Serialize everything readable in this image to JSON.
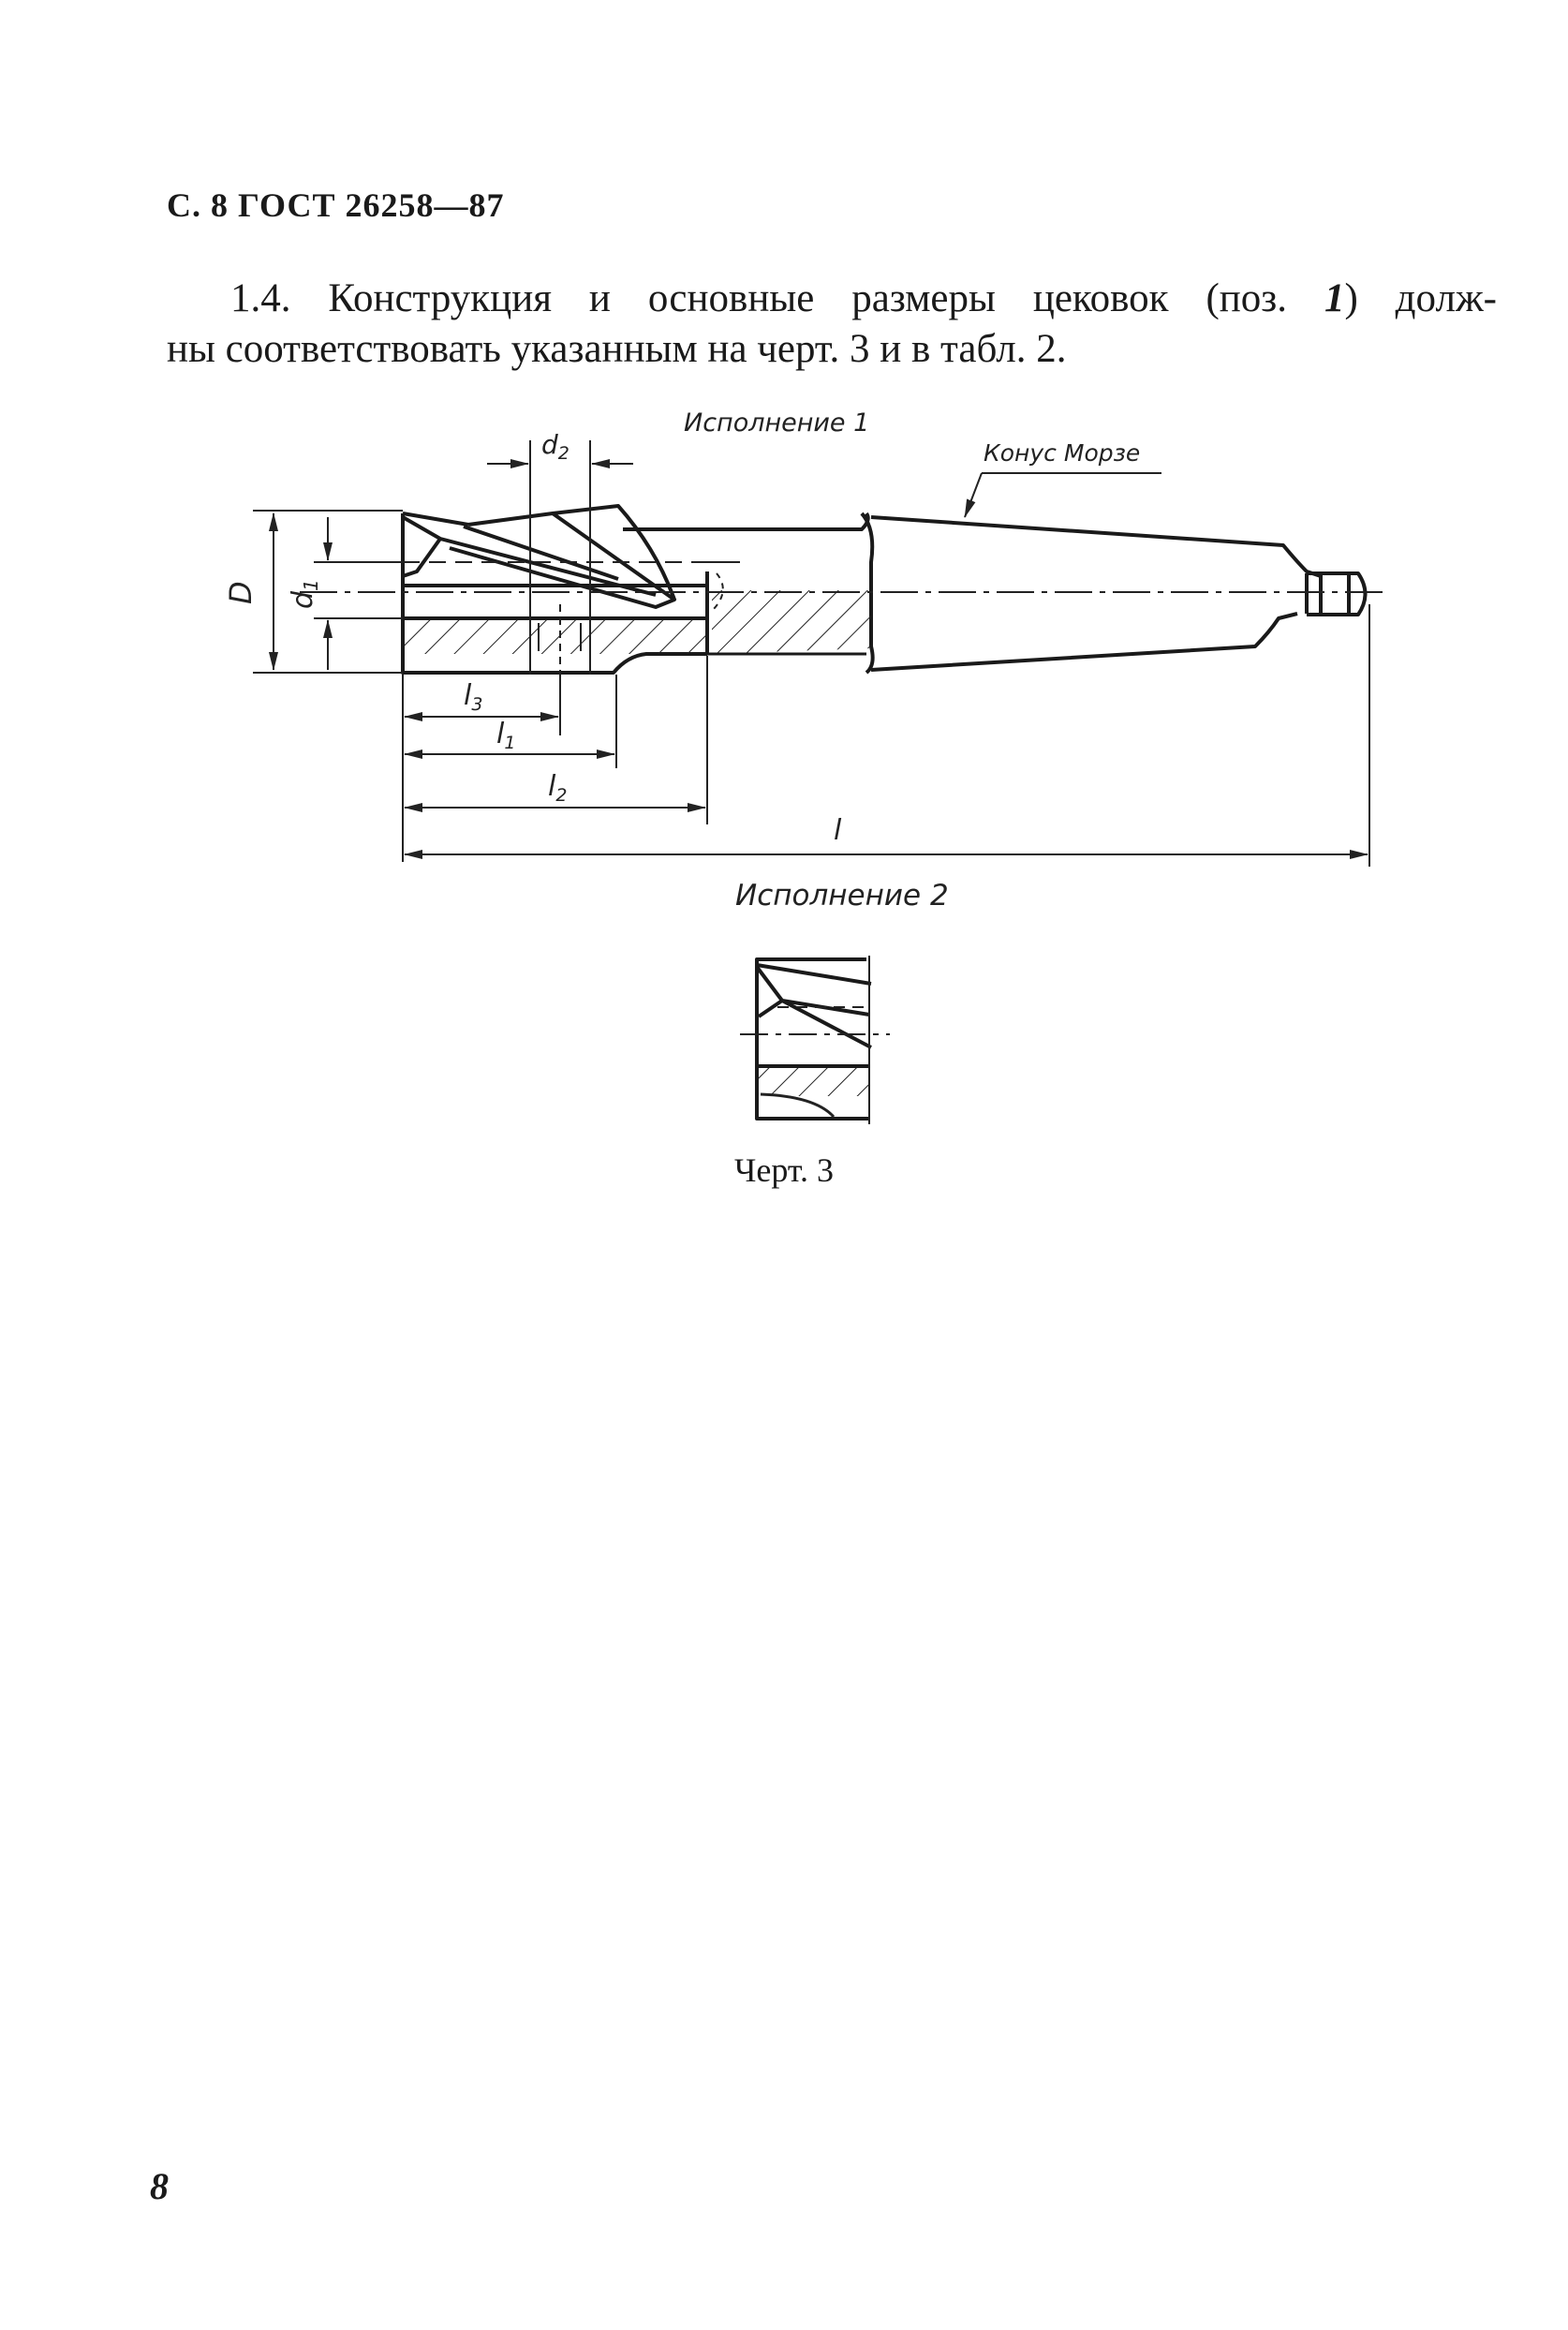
{
  "header": {
    "text": "С. 8 ГОСТ 26258—87"
  },
  "paragraph": {
    "part1": "1.4. Конструкция и основные размеры цековок (поз. ",
    "ref": "1",
    "part2": ") долж-",
    "part3": "ны соответствовать указанным на черт. 3 и в табл. 2."
  },
  "drawing": {
    "variant1_title": "Исполнение 1",
    "variant2_title": "Исполнение 2",
    "morse_label": "Конус Морзе",
    "dims": {
      "D": "D",
      "d1": "d",
      "d1_sub": "1",
      "d2": "d",
      "d2_sub": "2",
      "l": "l",
      "l1": "l",
      "l1_sub": "1",
      "l2": "l",
      "l2_sub": "2",
      "l3": "l",
      "l3_sub": "3"
    }
  },
  "caption": "Черт. 3",
  "page_number": "8"
}
